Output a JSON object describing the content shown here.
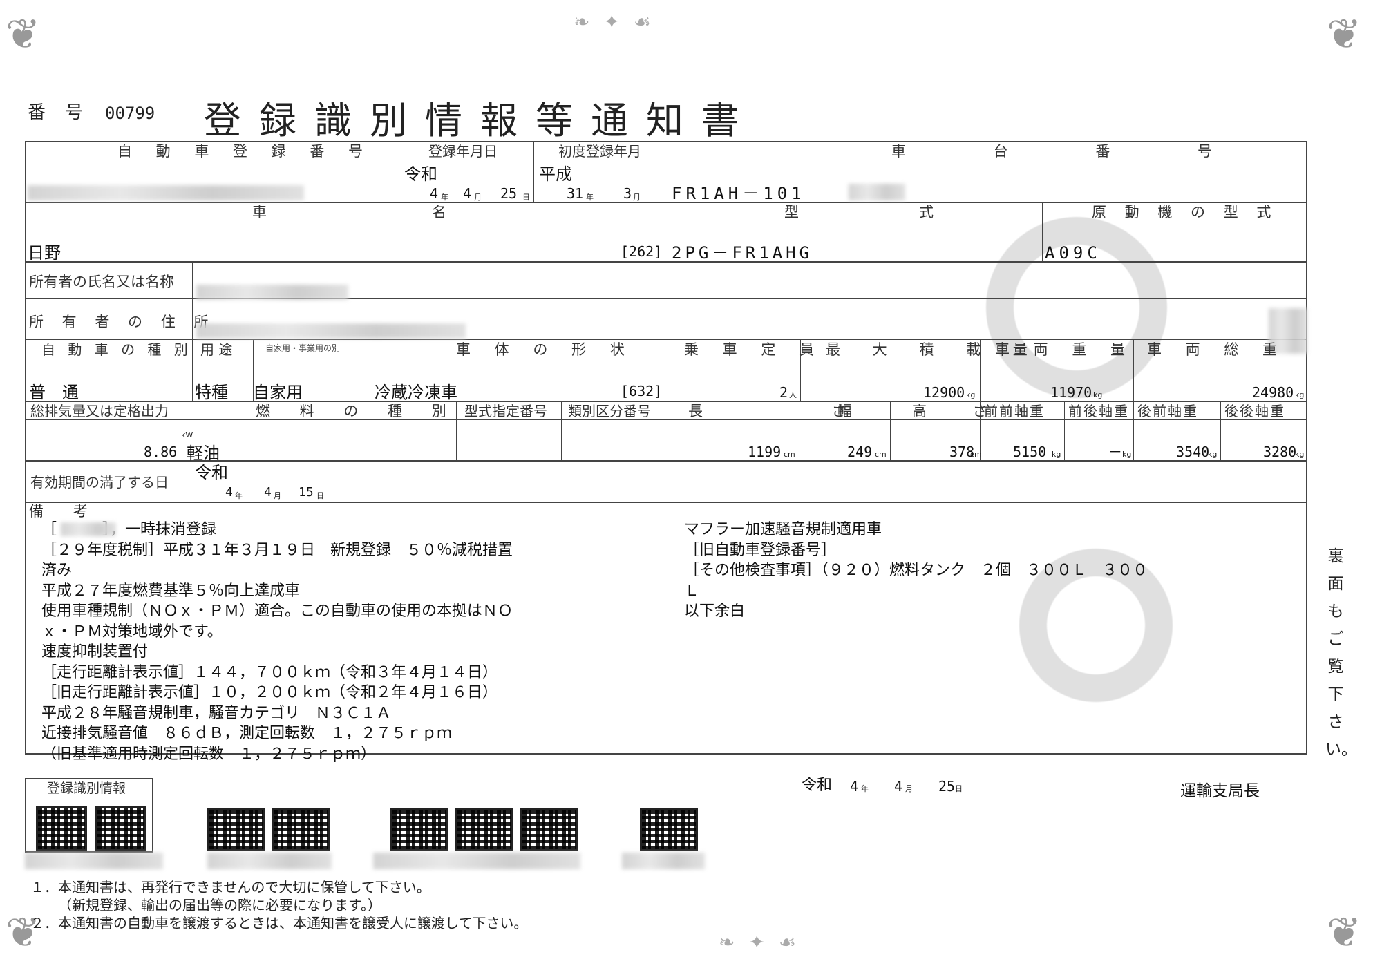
{
  "header": {
    "number_label": "番 号",
    "number_value": "00799",
    "title": "登録識別情報等通知書"
  },
  "row1": {
    "reg_number_label": "自 動 車 登 録 番 号",
    "reg_date_label": "登録年月日",
    "first_reg_label": "初度登録年月",
    "chassis_label": "車 台 番 号",
    "reg_era": "令和",
    "reg_year": "4",
    "reg_month": "4",
    "reg_day": "25",
    "first_era": "平成",
    "first_year": "31",
    "first_month": "3",
    "chassis_value": "FR1AH－101",
    "unit_year": "年",
    "unit_month": "月",
    "unit_day": "日"
  },
  "row2": {
    "car_label": "車",
    "name_label": "名",
    "model_label1": "型",
    "model_label2": "式",
    "engine_label": "原 動 機 の 型 式",
    "car_name": "日野",
    "car_code": "[262]",
    "model": "2PG－FR1AHG",
    "engine_model": "A09C"
  },
  "owner": {
    "name_label": "所有者の氏名又は名称",
    "address_label": "所 有 者 の 住 所"
  },
  "row4": {
    "kind_label": "自 動 車 の 種 別",
    "use_label": "用 途",
    "private_label": "自家用・事業用の別",
    "body_label": "車 体 の 形 状",
    "capacity_label": "乗 車 定 員",
    "max_load_label": "最 大 積 載 量",
    "weight_label": "車 両 重 量",
    "gross_label": "車 両 総 重",
    "kind": "普　通",
    "use": "特種",
    "private": "自家用",
    "body": "冷蔵冷凍車",
    "body_code": "[632]",
    "capacity": "2",
    "capacity_unit": "人",
    "max_load": "12900",
    "weight": "11970",
    "gross": "24980",
    "unit_kg": "kg"
  },
  "row5": {
    "displacement_label": "総排気量又は定格出力",
    "fuel_label": "燃 料 の 種 別",
    "type_approval_label": "型式指定番号",
    "category_label": "類別区分番号",
    "length_label": "長 さ",
    "width_label": "幅",
    "height_label": "高 さ",
    "ff_axle_label": "前前軸重",
    "fr_axle_label": "前後軸重",
    "rf_axle_label": "後前軸重",
    "rr_axle_label": "後後軸重",
    "displacement": "8.86",
    "displacement_unit": "kW",
    "fuel": "軽油",
    "length": "1199",
    "width": "249",
    "height": "378",
    "unit_cm": "cm",
    "ff_axle": "5150",
    "fr_axle": "－",
    "rf_axle": "3540",
    "rr_axle": "3280"
  },
  "expiry": {
    "label": "有効期間の満了する日",
    "era": "令和",
    "year": "4",
    "month": "4",
    "day": "15"
  },
  "remarks": {
    "label": "備 考",
    "left": [
      "［　　　］，一時抹消登録",
      "［２９年度税制］平成３１年３月１９日　新規登録　５０％減税措置",
      "済み",
      "平成２７年度燃費基準５％向上達成車",
      "使用車種規制（ＮＯｘ・ＰＭ）適合。この自動車の使用の本拠はＮＯ",
      "ｘ・ＰＭ対策地域外です。",
      "速度抑制装置付",
      "［走行距離計表示値］１４４，７００ｋｍ（令和３年４月１４日）",
      "［旧走行距離計表示値］１０，２００ｋｍ（令和２年４月１６日）",
      "平成２８年騒音規制車，騒音カテゴリ　Ｎ３Ｃ１Ａ",
      "近接排気騒音値　８６ｄＢ，測定回転数　１，２７５ｒｐｍ",
      "（旧基準適用時測定回転数　１，２７５ｒｐｍ）"
    ],
    "right": [
      "マフラー加速騒音規制適用車",
      "［旧自動車登録番号］",
      "［その他検査事項］（９２０）燃料タンク　２個　３００Ｌ　３００",
      "Ｌ",
      "以下余白"
    ]
  },
  "side_note": "裏面もご覧下さい。",
  "footer": {
    "qr_box_label": "登録識別情報",
    "issue_era": "令和",
    "issue_year": "4",
    "issue_month": "4",
    "issue_day": "25",
    "authority": "運輸支局長",
    "note1": "１．本通知書は、再発行できませんので大切に保管して下さい。",
    "note1b": "（新規登録、輸出の届出等の際に必要になります。）",
    "note2": "２．本通知書の自動車を譲渡するときは、本通知書を譲受人に譲渡して下さい。"
  }
}
